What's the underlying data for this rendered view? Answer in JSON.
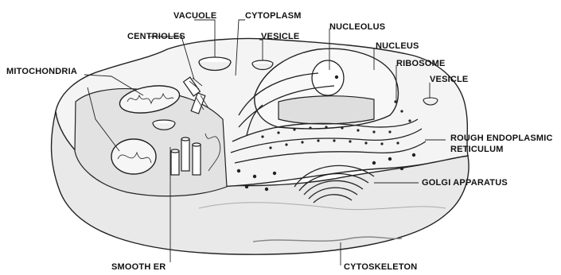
{
  "diagram": {
    "labels": {
      "vacuole": "VACUOLE",
      "cytoplasm": "CYTOPLASM",
      "centrioles": "CENTRIOLES",
      "vesicle_top": "VESICLE",
      "nucleolus": "NUCLEOLUS",
      "nucleus": "NUCLEUS",
      "mitochondria": "MITOCHONDRIA",
      "ribosome": "RIBOSOME",
      "vesicle_right": "VESICLE",
      "rough_er_line1": "ROUGH ENDOPLASMIC",
      "rough_er_line2": "RETICULUM",
      "golgi": "GOLGI APPARATUS",
      "smooth_er": "SMOOTH ER",
      "cytoskeleton": "CYTOSKELETON"
    }
  }
}
